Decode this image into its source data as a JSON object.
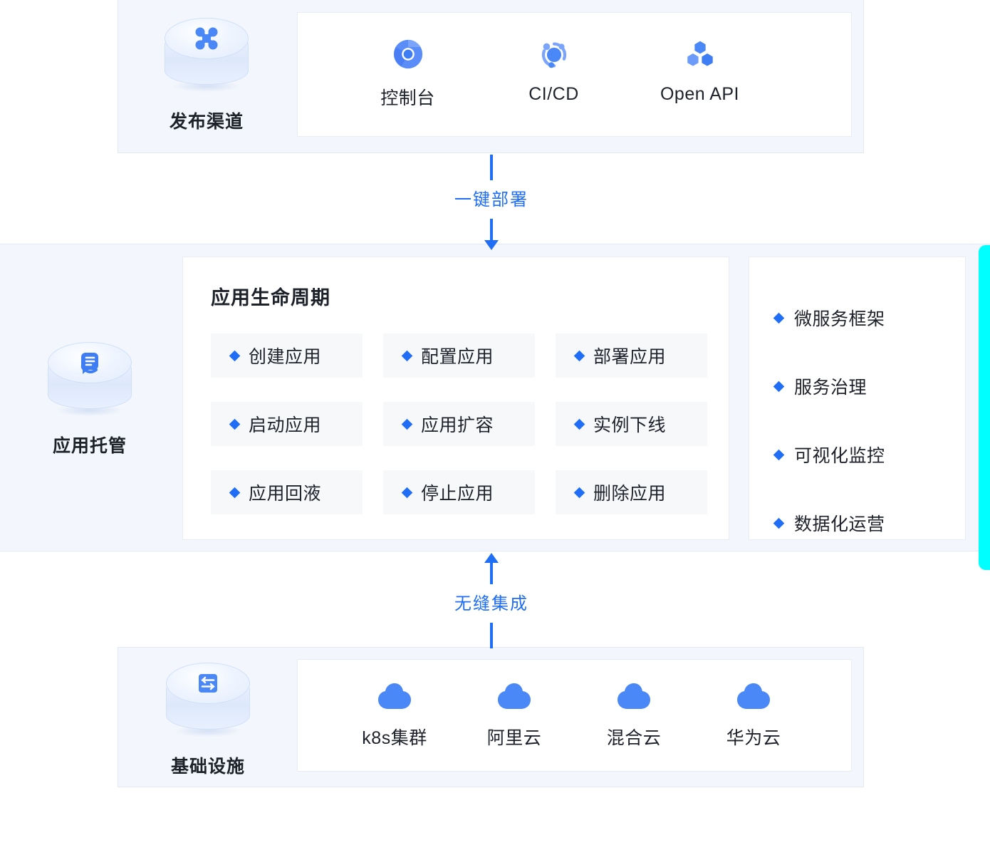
{
  "theme": {
    "accent": "#1f6ef5",
    "band_bg": "#f3f6fc",
    "panel_bg": "#ffffff",
    "tile_bg": "#f7f8fa",
    "text": "#1d2129",
    "cyan_accent": "#00ffff"
  },
  "channel_layer": {
    "pillar_label": "发布渠道",
    "pillar_icon": "network-nodes-icon",
    "items": [
      {
        "label": "控制台",
        "icon": "chrome-browser-icon"
      },
      {
        "label": "CI/CD",
        "icon": "cicd-orbit-icon"
      },
      {
        "label": "Open API",
        "icon": "hexagon-cluster-icon"
      }
    ]
  },
  "connector_deploy": {
    "label": "一键部署",
    "direction": "down"
  },
  "hosting_layer": {
    "pillar_label": "应用托管",
    "pillar_icon": "app-hosting-icon",
    "lifecycle": {
      "title": "应用生命周期",
      "items": [
        "创建应用",
        "配置应用",
        "部署应用",
        "启动应用",
        "应用扩容",
        "实例下线",
        "应用回液",
        "停止应用",
        "删除应用"
      ]
    },
    "features": [
      "微服务框架",
      "服务治理",
      "可视化监控",
      "数据化运营"
    ]
  },
  "connector_integrate": {
    "label": "无缝集成",
    "direction": "up"
  },
  "infra_layer": {
    "pillar_label": "基础设施",
    "pillar_icon": "sliders-settings-icon",
    "items": [
      {
        "label": "k8s集群",
        "icon": "cloud-icon"
      },
      {
        "label": "阿里云",
        "icon": "cloud-icon"
      },
      {
        "label": "混合云",
        "icon": "cloud-icon"
      },
      {
        "label": "华为云",
        "icon": "cloud-icon"
      }
    ]
  }
}
